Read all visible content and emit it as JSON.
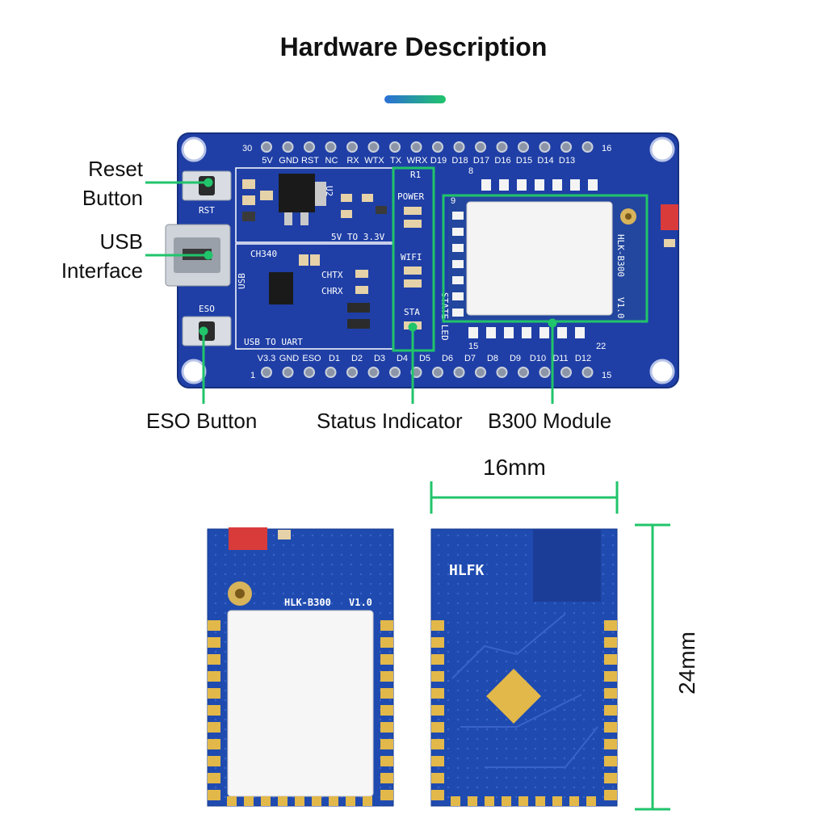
{
  "title": "Hardware Description",
  "colors": {
    "accent_blue": "#2b6fd6",
    "accent_green": "#21c46b",
    "pcb_blue": "#1f3fa6",
    "gold": "#e2b84a"
  },
  "callouts": {
    "reset_button": [
      "Reset",
      "Button"
    ],
    "usb_interface": [
      "USB",
      "Interface"
    ],
    "eso_button": "ESO Button",
    "status_indicator": "Status Indicator",
    "b300_module": "B300 Module"
  },
  "board": {
    "top_pins": [
      "5V",
      "GND",
      "RST",
      "NC",
      "RX",
      "WTX",
      "TX",
      "WRX",
      "D19",
      "D18",
      "D17",
      "D16",
      "D15",
      "D14",
      "D13"
    ],
    "bottom_pins": [
      "V3.3",
      "GND",
      "ESO",
      "D1",
      "D2",
      "D3",
      "D4",
      "D5",
      "D6",
      "D7",
      "D8",
      "D9",
      "D10",
      "D11",
      "D12"
    ],
    "num_30": "30",
    "num_16": "16",
    "num_1": "1",
    "num_15": "15",
    "rst": "RST",
    "eso": "ESO",
    "usb": "USB",
    "ch340": "CH340",
    "chtx": "CHTX",
    "chrx": "CHRX",
    "usb_to_uart": "USB TO UART",
    "u2": "U2",
    "v5_to_33": "5V TO 3.3V",
    "power": "POWER",
    "wifi": "WIFI",
    "sta": "STA",
    "state_led": "STATE LED",
    "r1": "R1",
    "mod_8": "8",
    "mod_9": "9",
    "mod_15": "15",
    "mod_22": "22",
    "hlk_b300": "HLK-B300",
    "v10": "V1.0"
  },
  "module_front": {
    "name": "HLK-B300",
    "version": "V1.0"
  },
  "module_back": {
    "brand": "HLFK"
  },
  "dimensions": {
    "width": "16mm",
    "height": "24mm"
  }
}
